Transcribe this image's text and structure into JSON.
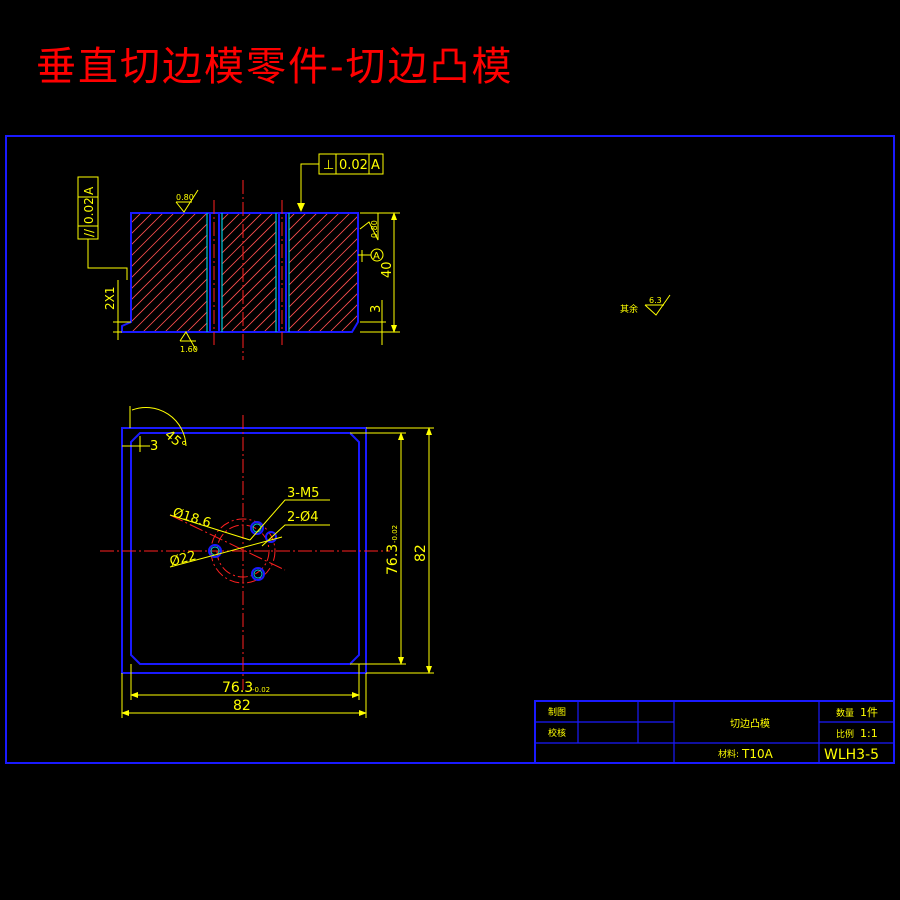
{
  "title": "垂直切边模零件-切边凸模",
  "colors": {
    "frame": "#1a1aff",
    "dimension": "#ffff00",
    "centerline": "#ff2020",
    "title": "#ff0000",
    "background": "#000000"
  },
  "section_view": {
    "flatness_tol": "0.02",
    "flatness_datum": "A",
    "perp_tol": "0.02",
    "perp_datum": "A",
    "datum_label": "A",
    "height_dim": "40",
    "step_dim": "3",
    "chamfer_dim": "2X1",
    "roughness_top": "0.80",
    "roughness_bottom": "1.60",
    "roughness_side": "0.80"
  },
  "rest_roughness": {
    "label": "其余",
    "value": "6.3"
  },
  "plan_view": {
    "angle_dim": "45°",
    "corner_dim": "3",
    "thread_label": "3-M5",
    "hole_label": "2-Ø4",
    "pcd_small": "Ø18.6",
    "pcd_large": "Ø22",
    "inner_width": "76.3",
    "inner_width_tol": "-0.02",
    "outer_width": "82",
    "inner_height": "76.3",
    "inner_height_tol": "-0.02",
    "outer_height": "82"
  },
  "title_block": {
    "drawn_label": "制图",
    "checked_label": "校核",
    "part_name": "切边凸模",
    "material_label": "材料:",
    "material_value": "T10A",
    "quantity_label": "数量",
    "quantity_value": "1件",
    "scale_label": "比例",
    "scale_value": "1:1",
    "drawing_number": "WLH3-5"
  }
}
